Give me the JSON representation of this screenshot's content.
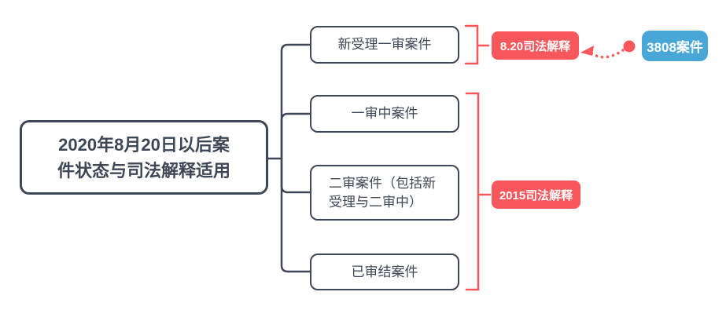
{
  "colors": {
    "line_dark": "#3e4756",
    "accent_red": "#f8575c",
    "accent_blue": "#49a7d8",
    "node_background": "#ffffff",
    "badge_text": "#ffffff"
  },
  "root": {
    "label": "2020年8月20日以后案件状态与司法解释适用",
    "label_lines": [
      "2020年8月20日以后案",
      "件状态与司法解释适用"
    ]
  },
  "children": [
    {
      "label": "新受理一审案件"
    },
    {
      "label": "一审中案件"
    },
    {
      "label": "二审案件（包括新受理与二审中）"
    },
    {
      "label": "已审结案件"
    }
  ],
  "annotations": {
    "top_rule_badge": "8.20司法解释",
    "group_rule_badge": "2015司法解释",
    "count_badge": "3808案件"
  }
}
